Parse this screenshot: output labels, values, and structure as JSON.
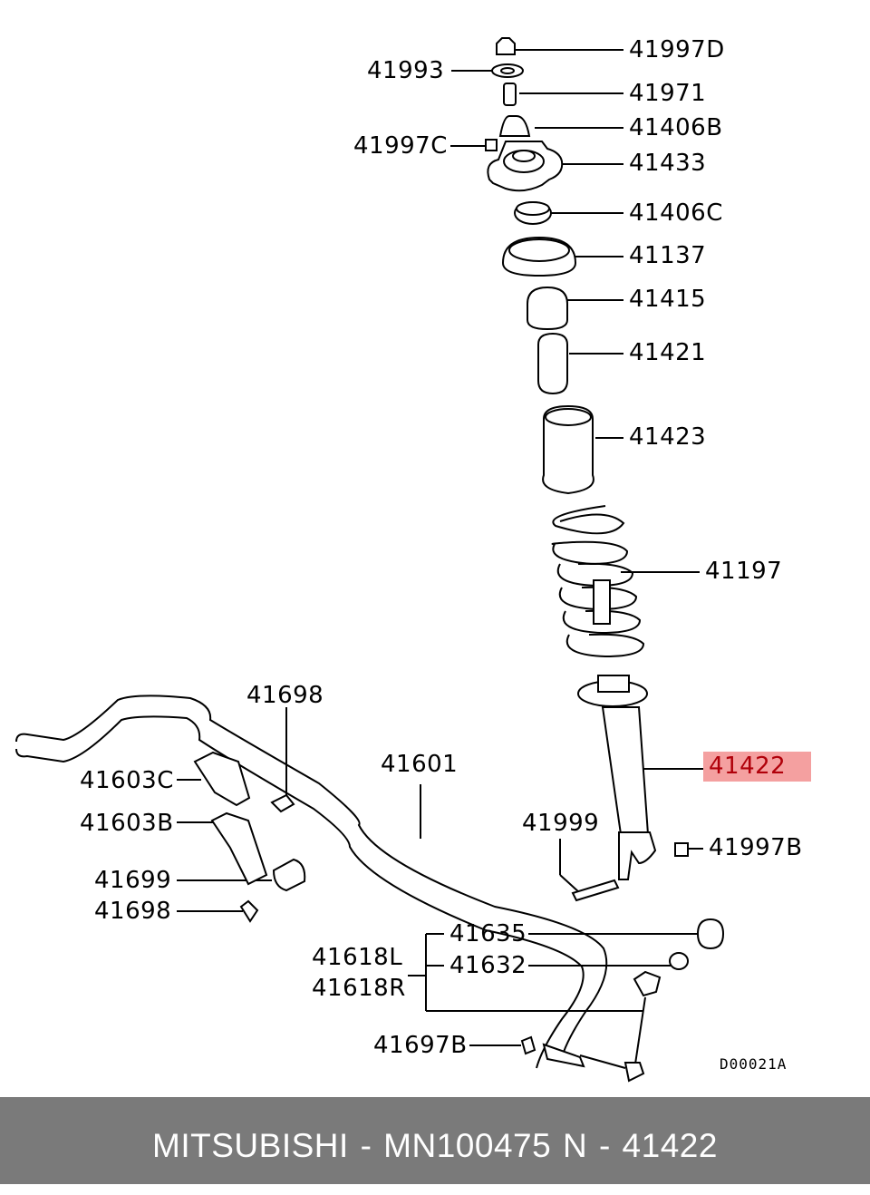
{
  "labels": {
    "p41997D": "41997D",
    "p41993": "41993",
    "p41971": "41971",
    "p41406B": "41406B",
    "p41997C": "41997C",
    "p41433": "41433",
    "p41406C": "41406C",
    "p41137": "41137",
    "p41415": "41415",
    "p41421": "41421",
    "p41423": "41423",
    "p41197": "41197",
    "p41698a": "41698",
    "p41601": "41601",
    "p41603C": "41603C",
    "p41603B": "41603B",
    "p41422": "41422",
    "p41999": "41999",
    "p41997B": "41997B",
    "p41699": "41699",
    "p41698b": "41698",
    "p41635": "41635",
    "p41618L": "41618L",
    "p41632": "41632",
    "p41618R": "41618R",
    "p41697B": "41697B"
  },
  "highlight_color": "#f4a0a0",
  "diagram_code": "D00021A",
  "footer": {
    "text": "MITSUBISHI - MN100475     N - 41422"
  }
}
